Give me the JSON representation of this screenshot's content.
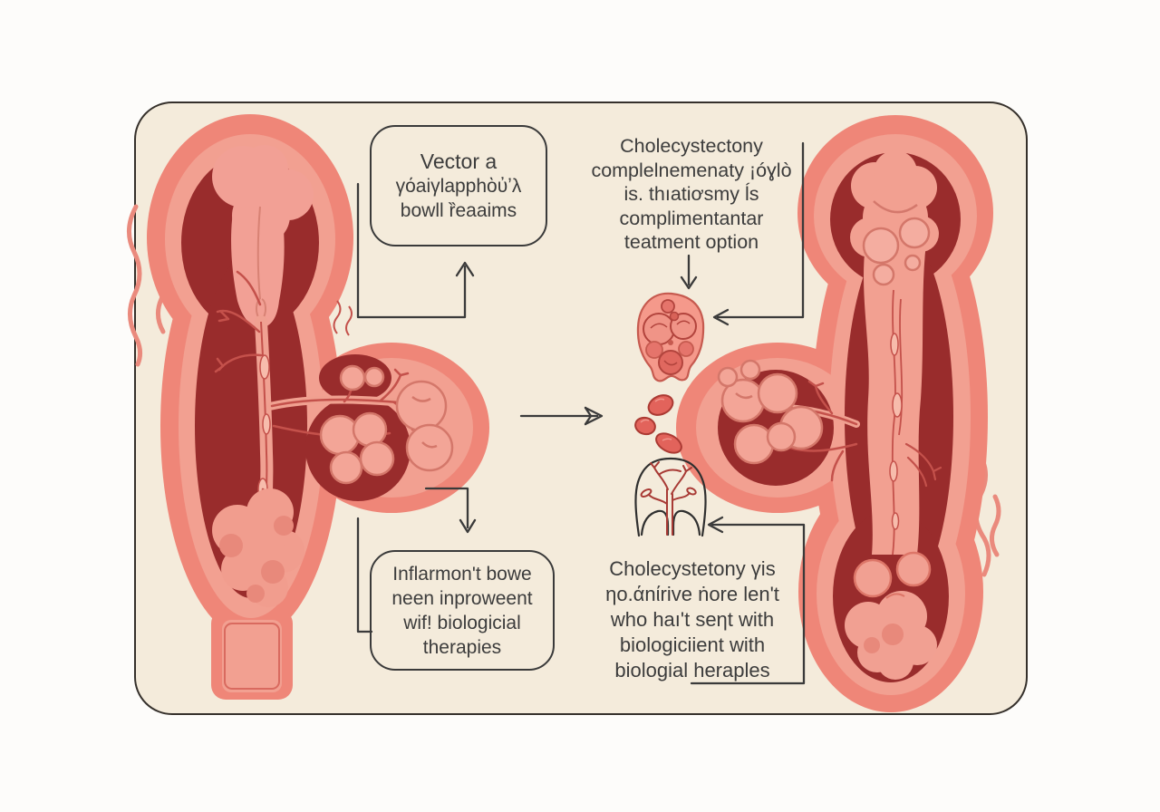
{
  "card": {
    "background_color": "#f4ebdb",
    "border_color": "#35302b",
    "page_background": "#fdfcfa"
  },
  "boxes": {
    "top_left": {
      "lines": [
        "Vector a",
        "γόaiγlapphὸὐʼλ",
        "bowll ȑeaaims"
      ]
    },
    "bottom_left": {
      "lines": [
        "Inflarmon't bowe",
        "neen inproweent",
        "wif! biologicial",
        "therapies"
      ]
    }
  },
  "labels": {
    "top_middle": {
      "lines": [
        "Cholecystectony",
        "complelnemenaty ¡óɣlò",
        "is. thıatiơsmy ĺs",
        "complimentantar",
        "teatment option"
      ]
    },
    "bottom_middle": {
      "lines": [
        "Cholecystetony γis",
        "ηo.άnίrive ṅore len't",
        "who haı't seηt with",
        "biologiciient with",
        "biologial heraples"
      ]
    }
  },
  "icons": {
    "left_bowel": "inflamed-bowel-cross-section-left",
    "right_bowel": "inflamed-bowel-cross-section-right",
    "gallbladder": "inflamed-gallbladder-with-stones-icon",
    "gallstones": "three-gallstones-icon",
    "bowel_outline": "bowel-outline-with-vessels-icon",
    "arrows": [
      "elbow-arrow-to-top-box",
      "down-arrow-to-gallbladder",
      "elbow-arrow-from-top-text",
      "right-arrow-between-bowels",
      "elbow-arrow-from-bottom-text",
      "down-arrow-to-bottom-box",
      "bracket-line-bottom-box"
    ]
  },
  "colors": {
    "organ_outer": "#ef8678",
    "organ_band": "#f2a091",
    "organ_dark": "#992c2c",
    "blob_pink": "#f3a597",
    "blob_outline": "#d4776a",
    "vessel_red": "#c4514b",
    "stone_red": "#e2635b",
    "stone_outline": "#ab3a33",
    "line_color": "#3a3a3a",
    "text_color": "#3c3c3c",
    "wave_line": "#ea8a7d"
  }
}
